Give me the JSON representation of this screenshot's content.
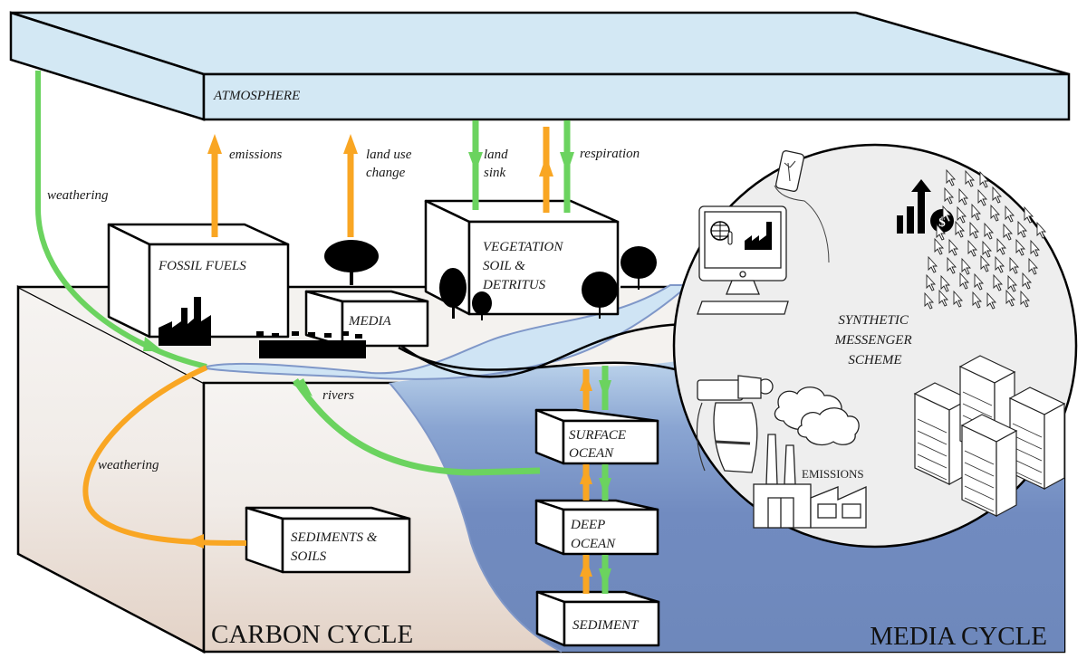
{
  "title": "Carbon Cycle and Media Cycle diagram",
  "colors": {
    "atmosphere": "#d3e8f4",
    "land": "#f4f2ef",
    "land_shadow": "#e6d7cc",
    "ocean_top": "#cfe4f4",
    "ocean_bottom": "#6f89bd",
    "media_circle": "#eeeeee",
    "green_arrow": "#6bd35f",
    "orange_arrow": "#f9a623",
    "river": "#7f97c8"
  },
  "reservoirs": {
    "atmosphere": "ATMOSPHERE",
    "fossil_fuels": "FOSSIL FUELS",
    "media": "MEDIA",
    "vegetation": [
      "VEGETATION",
      "SOIL &",
      "DETRITUS"
    ],
    "surface_ocean": [
      "SURFACE",
      "OCEAN"
    ],
    "deep_ocean": [
      "DEEP",
      "OCEAN"
    ],
    "sediment": "SEDIMENT",
    "sediments_soils": [
      "SEDIMENTS &",
      "SOILS"
    ]
  },
  "flows": {
    "emissions": "emissions",
    "land_use_change": [
      "land use",
      "change"
    ],
    "land_sink": [
      "land",
      "sink"
    ],
    "respiration": "respiration",
    "weathering_top": "weathering",
    "weathering_bottom": "weathering",
    "rivers": "rivers"
  },
  "media_cycle": {
    "scheme": [
      "SYNTHETIC",
      "MESSENGER",
      "SCHEME"
    ],
    "emissions_label": "EMISSIONS",
    "icons": [
      "computer-monitor",
      "smartphone-hand",
      "money-growth-chart",
      "cursor-swarm",
      "camera-operator",
      "factory-clouds",
      "server-racks"
    ]
  },
  "section_labels": {
    "carbon": "CARBON CYCLE",
    "media": "MEDIA CYCLE"
  }
}
